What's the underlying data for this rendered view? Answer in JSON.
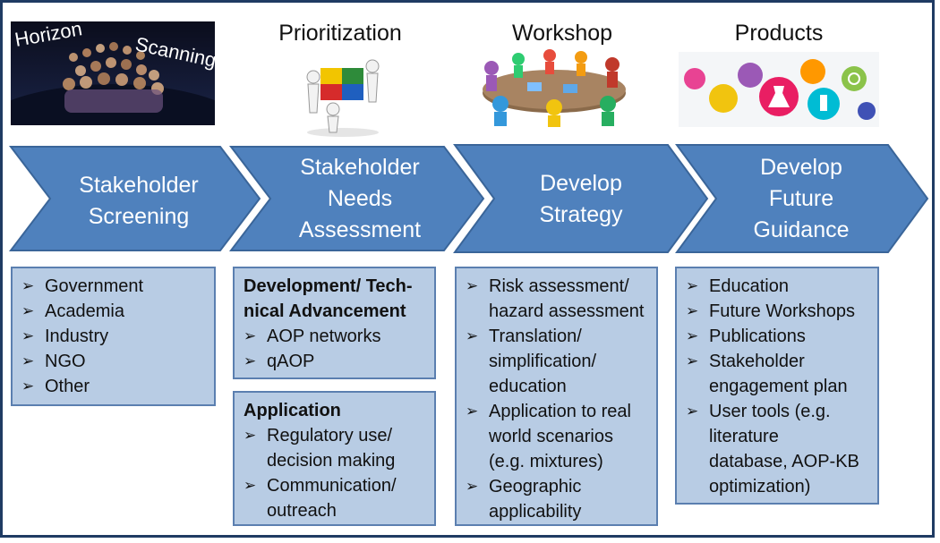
{
  "stages": [
    {
      "heading": "",
      "image_text_1": "Horizon",
      "image_text_2": "Scanning",
      "chevron_lines": [
        "Stakeholder",
        "Screening"
      ],
      "box": {
        "items": [
          "Government",
          "Academia",
          "Industry",
          "NGO",
          "Other"
        ]
      }
    },
    {
      "heading": "Prioritization",
      "chevron_lines": [
        "Stakeholder",
        "Needs",
        "Assessment"
      ],
      "boxes": [
        {
          "heading_lines": [
            "Development/ Tech-",
            "nical Advancement"
          ],
          "items": [
            "AOP networks",
            "qAOP"
          ]
        },
        {
          "heading_lines": [
            "Application"
          ],
          "items": [
            [
              "Regulatory use/",
              "decision making"
            ],
            [
              "Communication/",
              "outreach"
            ]
          ]
        }
      ]
    },
    {
      "heading": "Workshop",
      "chevron_lines": [
        "Develop",
        "Strategy"
      ],
      "box": {
        "items": [
          [
            "Risk assessment/",
            "hazard assessment"
          ],
          [
            "Translation/",
            "simplification/",
            "education"
          ],
          [
            "Application to real",
            "world scenarios",
            "(e.g. mixtures)"
          ],
          [
            "Geographic",
            "applicability"
          ]
        ]
      }
    },
    {
      "heading": "Products",
      "chevron_lines": [
        "Develop",
        "Future",
        "Guidance"
      ],
      "box": {
        "items": [
          [
            "Education"
          ],
          [
            "Future Workshops"
          ],
          [
            "Publications"
          ],
          [
            "Stakeholder",
            "engagement plan"
          ],
          [
            "User tools (e.g.",
            "literature",
            "database, AOP-KB",
            "optimization)"
          ]
        ]
      }
    }
  ],
  "colors": {
    "chevron_fill": "#4f81bd",
    "chevron_stroke": "#3a6599",
    "box_fill": "#b8cce4",
    "frame": "#1f3b63"
  },
  "icons": [
    "horizon-scanning-image",
    "puzzle-people-image",
    "round-table-people-image",
    "science-icons-image"
  ]
}
